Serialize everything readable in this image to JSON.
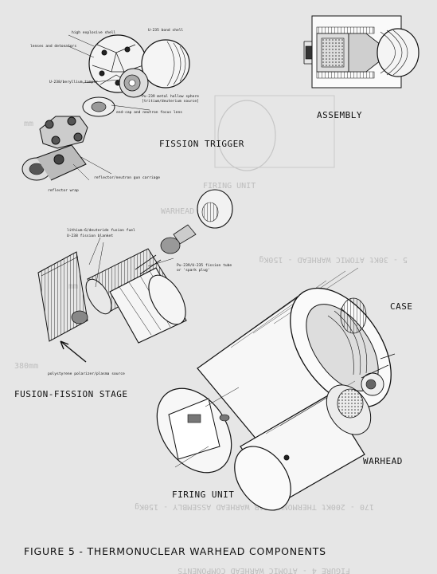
{
  "caption": "FIGURE 5 - THERMONUCLEAR WARHEAD COMPONENTS",
  "sections": {
    "assembly": "ASSEMBLY",
    "fission_trigger": "FISSION TRIGGER",
    "fusion_fission_stage": "FUSION-FISSION STAGE",
    "firing_unit": "FIRING UNIT",
    "case": "CASE",
    "warhead": "WARHEAD"
  },
  "callouts": {
    "high_explosive_shell": "high explosive shell",
    "lenses_detonators": "lenses and detonators",
    "u238_beryllium_tamper": "U-238/beryllium tamper",
    "u235_bond_shell": "U-235 bond shell",
    "pu239_hollow_sphere": "Pu-239 metal hollow sphere",
    "tritium_deuterium_source": "[tritium/deuterium source]",
    "end_cap_neutron_lens": "end-cap and neutron focus lens",
    "reflector_neutron_gun": "reflector/neutron gun carriage",
    "reflector_wrap": "reflector wrap",
    "lithium6_deuteride": "lithium-6/deuteride fusion fuel",
    "u238_fission_blanket": "U-238 fission blanket",
    "pu239_u235_fission_tube": "Pu-239/U-235 fission tube",
    "spark_plug": "or 'spark plug'",
    "polystyrene_polarizer": "polystyrene polarizer/plasma source"
  },
  "ghost_text": {
    "atomic_warhead": "5 - 30Kt ATOMIC WARHEAD - 150Kg",
    "firing_unit_ghost": "FIRING UNIT",
    "warhead_ghost": "WARHEAD",
    "mm_label_1": "mm",
    "mm_label_2": "mm",
    "mm_label_3": "380mm",
    "mm_label_4": "380mm",
    "assembly_ghost": "170 - 200Kt THERMONUCLEAR WARHEAD ASSEMBLY - 150Kg",
    "figure_ghost": "FIGURE 4 - ATOMIC WARHEAD COMPONENTS"
  }
}
